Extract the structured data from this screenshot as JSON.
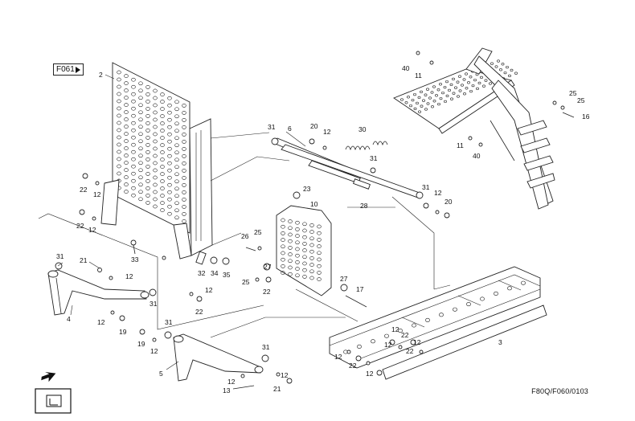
{
  "reference": {
    "label": "F061"
  },
  "drawing_code": "F80Q/F060/0103",
  "callouts": {
    "c2": "2",
    "c22a": "22",
    "c12a": "12",
    "c22b": "22",
    "c12b": "12",
    "c31a": "31",
    "c21a": "21",
    "c12c": "12",
    "c4": "4",
    "c12d": "12",
    "c19a": "19",
    "c31b": "31",
    "c33": "33",
    "c32": "32",
    "c34": "34",
    "c35": "35",
    "c12e": "12",
    "c22c": "22",
    "c31c": "31",
    "c19b": "19",
    "c12f": "12",
    "c5": "5",
    "c31d": "31",
    "c12g": "12",
    "c13": "13",
    "c21b": "21",
    "c31e": "31",
    "c6": "6",
    "c20a": "20",
    "c12h": "12",
    "c30": "30",
    "c31f": "31",
    "c28": "28",
    "c31g": "31",
    "c12i": "12",
    "c20b": "20",
    "c23": "23",
    "c10": "10",
    "c26": "26",
    "c25a": "25",
    "c27a": "27",
    "c25b": "25",
    "c22d": "22",
    "c27b": "27",
    "c17": "17",
    "c3": "3",
    "c12j": "12",
    "c22e": "22",
    "c12k": "12",
    "c22f": "22",
    "c12l": "12",
    "c12m": "12",
    "c22g": "22",
    "c12n": "12",
    "c40a": "40",
    "c11a": "11",
    "c25c": "25",
    "c25d": "25",
    "c16": "16",
    "c11b": "11",
    "c40b": "40"
  },
  "icons": {
    "direction": "arrow-icon",
    "book": "manual-icon"
  }
}
